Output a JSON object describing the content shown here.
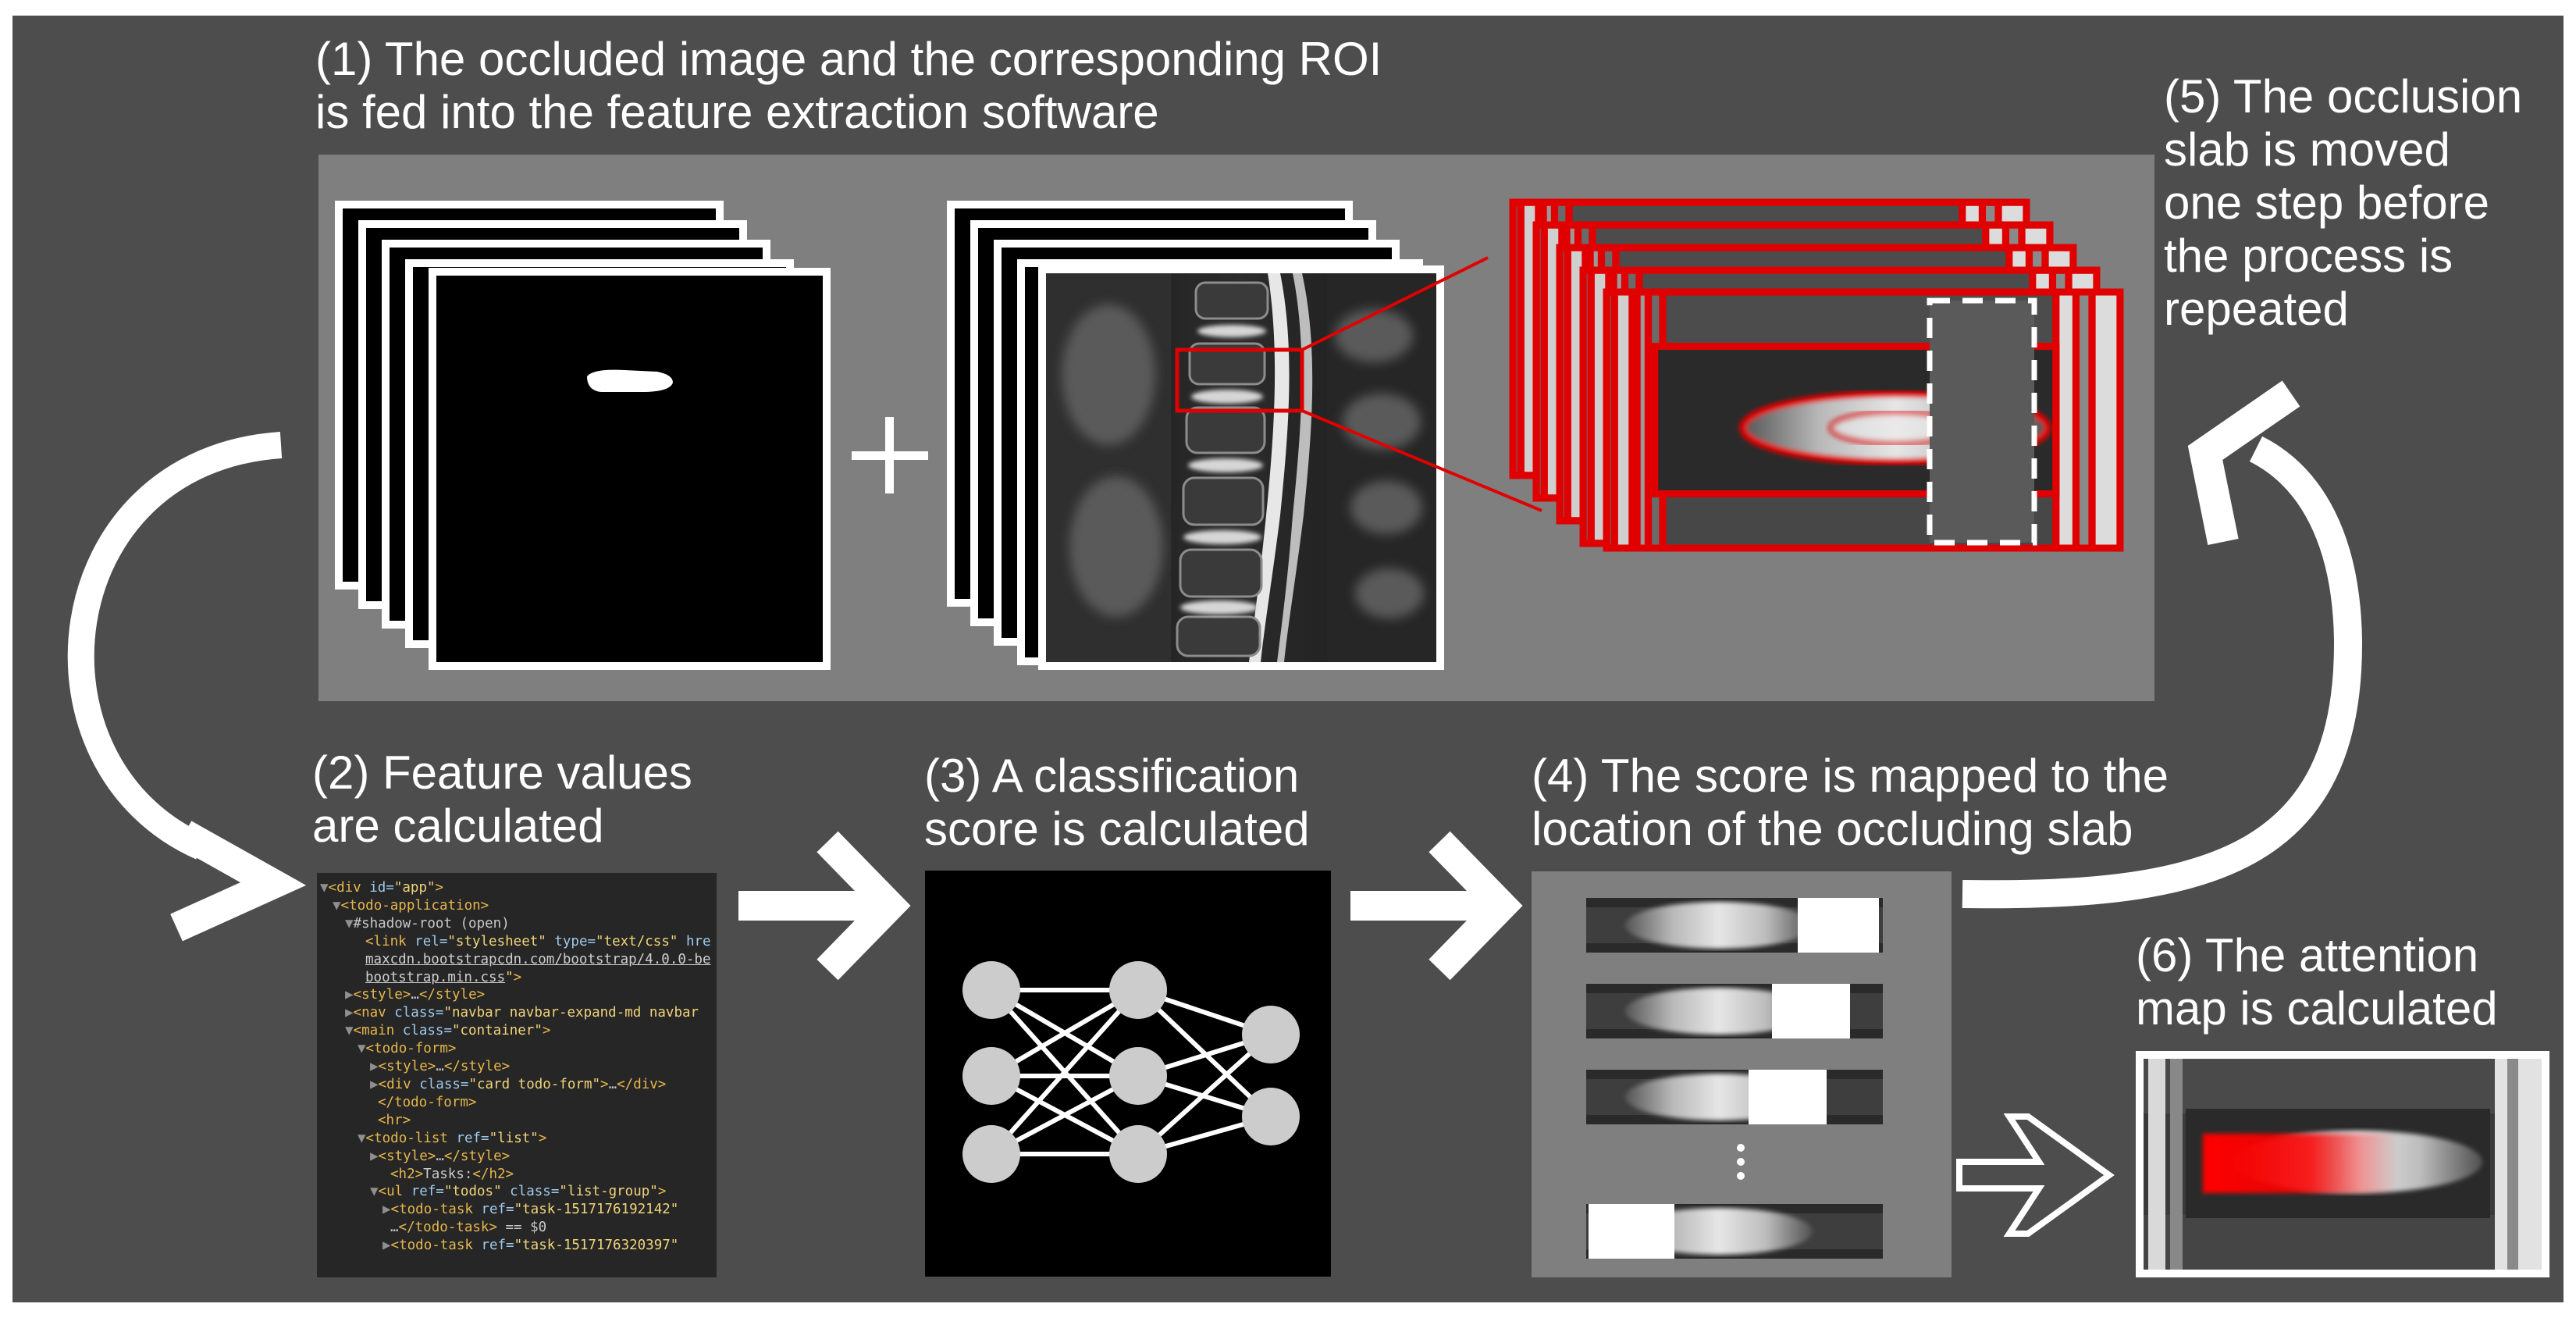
{
  "steps": {
    "step1": {
      "line1": "(1) The occluded image and the corresponding ROI",
      "line2": "is fed into the feature extraction software"
    },
    "step2": {
      "line1": "(2) Feature values",
      "line2": "are calculated"
    },
    "step3": {
      "line1": "(3) A classification",
      "line2": "score is calculated"
    },
    "step4": {
      "line1": "(4) The score is mapped to the",
      "line2": "location of the occluding slab"
    },
    "step5": {
      "line1": "(5) The occlusion",
      "line2": "slab is moved",
      "line3": "one step before",
      "line4": "the process is",
      "line5": "repeated"
    },
    "step6": {
      "line1": "(6) The attention",
      "line2": "map is calculated"
    }
  },
  "operators": {
    "plus": "+"
  },
  "code_panel": {
    "lines": [
      {
        "indent": 0,
        "tri": "▼",
        "parts": [
          [
            "t",
            "<div "
          ],
          [
            "a",
            "id="
          ],
          [
            "v",
            "\"app\""
          ],
          [
            "t",
            ">"
          ]
        ]
      },
      {
        "indent": 1,
        "tri": "▼",
        "parts": [
          [
            "t",
            "<todo-application>"
          ]
        ]
      },
      {
        "indent": 2,
        "tri": "▼",
        "parts": [
          [
            "m",
            "#shadow-root (open)"
          ]
        ]
      },
      {
        "indent": 3,
        "tri": "",
        "parts": [
          [
            "t",
            "<link "
          ],
          [
            "a",
            "rel="
          ],
          [
            "v",
            "\"stylesheet\" "
          ],
          [
            "a",
            "type="
          ],
          [
            "v",
            "\"text/css\" "
          ],
          [
            "a",
            "hre"
          ]
        ]
      },
      {
        "indent": 3,
        "tri": "",
        "parts": [
          [
            "l",
            "maxcdn.bootstrapcdn.com/bootstrap/4.0.0-be"
          ]
        ]
      },
      {
        "indent": 3,
        "tri": "",
        "parts": [
          [
            "l",
            "bootstrap.min.css"
          ],
          [
            "v",
            "\""
          ],
          [
            "t",
            ">"
          ]
        ]
      },
      {
        "indent": 2,
        "tri": "▶",
        "parts": [
          [
            "t",
            "<style>"
          ],
          [
            "m",
            "…"
          ],
          [
            "t",
            "</style>"
          ]
        ]
      },
      {
        "indent": 2,
        "tri": "▶",
        "parts": [
          [
            "t",
            "<nav "
          ],
          [
            "a",
            "class="
          ],
          [
            "v",
            "\"navbar navbar-expand-md navbar"
          ]
        ]
      },
      {
        "indent": 2,
        "tri": "▼",
        "parts": [
          [
            "t",
            "<main "
          ],
          [
            "a",
            "class="
          ],
          [
            "v",
            "\"container\""
          ],
          [
            "t",
            ">"
          ]
        ]
      },
      {
        "indent": 3,
        "tri": "▼",
        "parts": [
          [
            "t",
            "<todo-form>"
          ]
        ]
      },
      {
        "indent": 4,
        "tri": "▶",
        "parts": [
          [
            "t",
            "<style>"
          ],
          [
            "m",
            "…"
          ],
          [
            "t",
            "</style>"
          ]
        ]
      },
      {
        "indent": 4,
        "tri": "▶",
        "parts": [
          [
            "t",
            "<div "
          ],
          [
            "a",
            "class="
          ],
          [
            "v",
            "\"card todo-form\""
          ],
          [
            "t",
            ">"
          ],
          [
            "m",
            "…"
          ],
          [
            "t",
            "</div>"
          ]
        ]
      },
      {
        "indent": 4,
        "tri": "",
        "parts": [
          [
            "t",
            "</todo-form>"
          ]
        ]
      },
      {
        "indent": 4,
        "tri": "",
        "parts": [
          [
            "t",
            "<hr>"
          ]
        ]
      },
      {
        "indent": 3,
        "tri": "▼",
        "parts": [
          [
            "t",
            "<todo-list "
          ],
          [
            "a",
            "ref="
          ],
          [
            "v",
            "\"list\""
          ],
          [
            "t",
            ">"
          ]
        ]
      },
      {
        "indent": 4,
        "tri": "▶",
        "parts": [
          [
            "t",
            "<style>"
          ],
          [
            "m",
            "…"
          ],
          [
            "t",
            "</style>"
          ]
        ]
      },
      {
        "indent": 5,
        "tri": "",
        "parts": [
          [
            "t",
            "<h2>"
          ],
          [
            "m",
            "Tasks:"
          ],
          [
            "t",
            "</h2>"
          ]
        ]
      },
      {
        "indent": 4,
        "tri": "▼",
        "parts": [
          [
            "t",
            "<ul "
          ],
          [
            "a",
            "ref="
          ],
          [
            "v",
            "\"todos\" "
          ],
          [
            "a",
            "class="
          ],
          [
            "v",
            "\"list-group\""
          ],
          [
            "t",
            ">"
          ]
        ]
      },
      {
        "indent": 5,
        "tri": "▶",
        "parts": [
          [
            "t",
            "<todo-task "
          ],
          [
            "a",
            "ref="
          ],
          [
            "v",
            "\"task-1517176192142\""
          ]
        ]
      },
      {
        "indent": 5,
        "tri": "",
        "parts": [
          [
            "m",
            "…"
          ],
          [
            "t",
            "</todo-task>"
          ],
          [
            "m",
            " == $0"
          ]
        ]
      },
      {
        "indent": 5,
        "tri": "▶",
        "parts": [
          [
            "t",
            "<todo-task "
          ],
          [
            "a",
            "ref="
          ],
          [
            "v",
            "\"task-1517176320397\""
          ]
        ]
      }
    ]
  },
  "colors": {
    "background": "#4d4d4d",
    "panel": "#7f7f7f",
    "highlight": "#e00000",
    "arrow": "#ffffff"
  }
}
